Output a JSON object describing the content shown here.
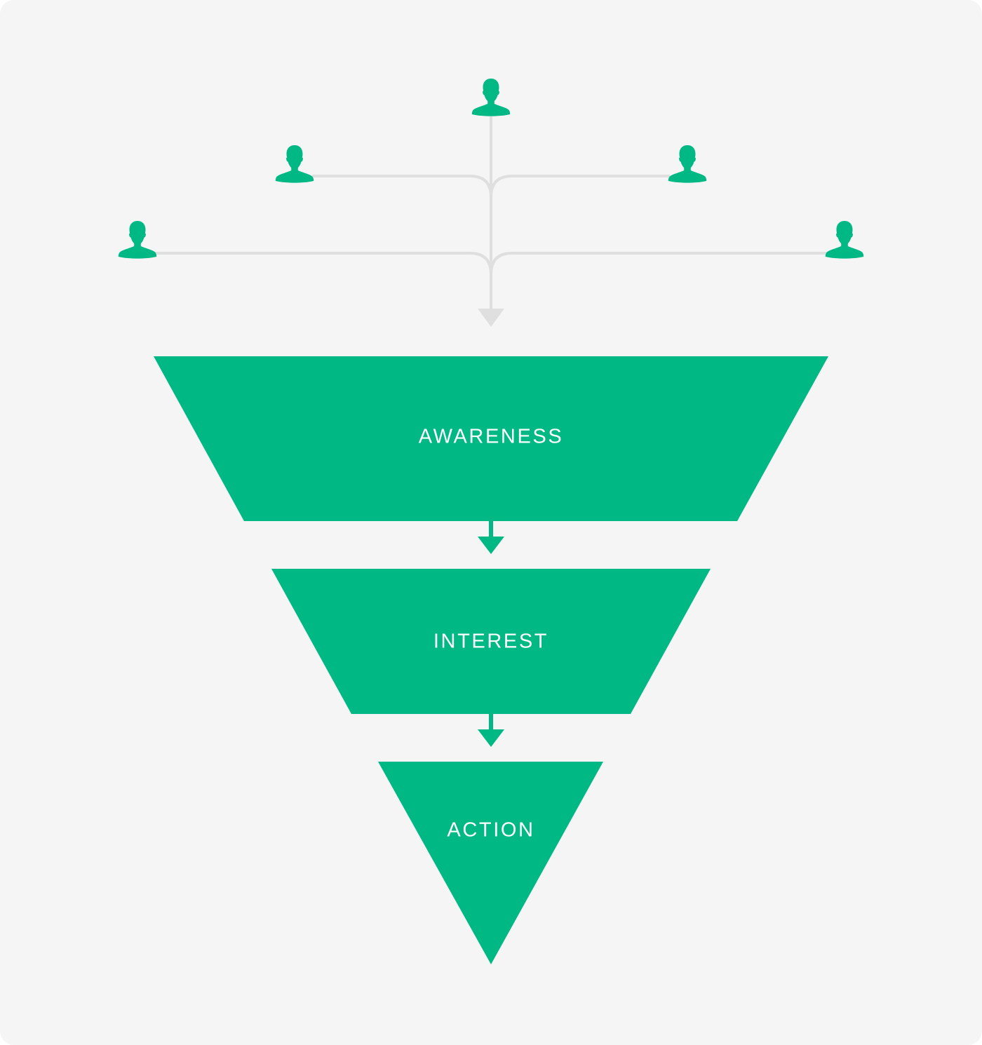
{
  "colors": {
    "background": "#f5f5f5",
    "primary_green": "#00b884",
    "connector_gray": "#dfdfdf",
    "label_text": "#ffffff"
  },
  "people": [
    {
      "id": "top",
      "position": "top-center"
    },
    {
      "id": "mid-left",
      "position": "middle-left"
    },
    {
      "id": "mid-right",
      "position": "middle-right"
    },
    {
      "id": "low-left",
      "position": "lower-left"
    },
    {
      "id": "low-right",
      "position": "lower-right"
    }
  ],
  "icons": {
    "person": "person-silhouette-icon",
    "flow_arrow": "arrow-down-icon"
  },
  "funnel": {
    "stages": [
      {
        "label": "AWARENESS",
        "shape": "trapezoid"
      },
      {
        "label": "INTEREST",
        "shape": "trapezoid"
      },
      {
        "label": "ACTION",
        "shape": "triangle"
      }
    ]
  }
}
